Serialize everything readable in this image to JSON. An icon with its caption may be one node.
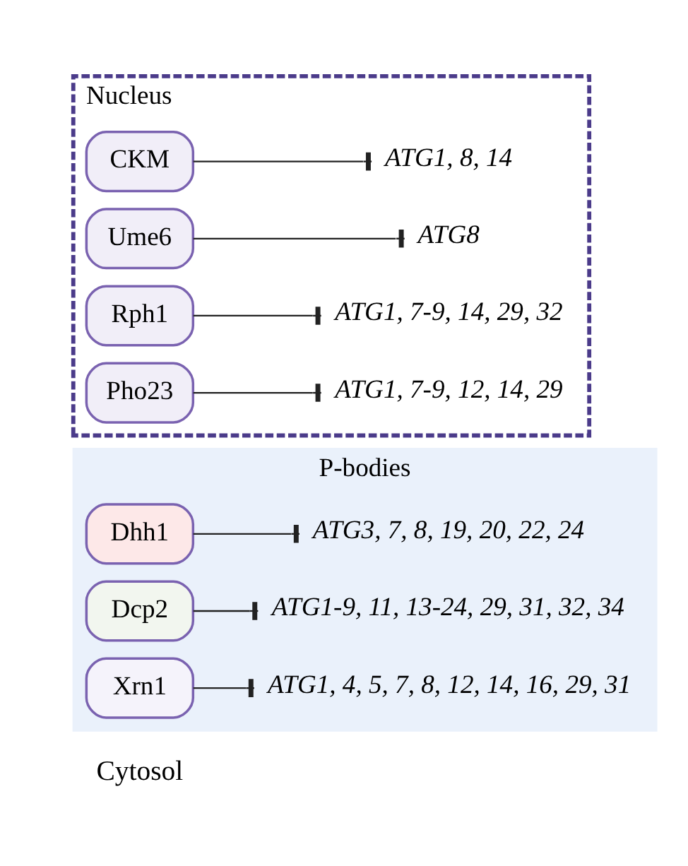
{
  "diagram": {
    "nodes": [
      {
        "text": [
          "P-bodies"
        ]
      },
      {
        "text": [
          "Dhh1"
        ],
        "in": 0
      },
      {
        "text": [
          "ATG3, 7, 8, 19, 20, 22, 24"
        ],
        "in": 0
      },
      {
        "text": [
          "Dcp2"
        ],
        "in": 0
      },
      {
        "text": [
          "ATG1-9, 11, 13-24, 29, 31, 32, 34"
        ],
        "in": 0
      },
      {
        "text": [
          "Xrn1"
        ],
        "in": 0
      },
      {
        "text": [
          "ATG1, 4, 5, 7, 8, 12, 14, 16, 29, 31"
        ],
        "in": 0
      },
      {
        "text": [
          "Nucleus"
        ]
      },
      {
        "text": [
          "CKM"
        ],
        "in": 7
      },
      {
        "text": [
          "ATG1, 8, 14"
        ],
        "in": 7
      },
      {
        "text": [
          "Ume6"
        ],
        "in": 7
      },
      {
        "text": [
          "ATG8"
        ],
        "in": 7
      },
      {
        "text": [
          "Rph1"
        ],
        "in": 7
      },
      {
        "text": [
          "ATG1, 7-9, 14, 29, 32"
        ],
        "in": 7
      },
      {
        "text": [
          "Pho23"
        ],
        "in": 7
      },
      {
        "text": [
          "ATG1, 7-9, 12, 14, 29"
        ],
        "in": 7
      }
    ],
    "edges": [
      {
        "from": 1,
        "to": 2,
        "arrow": "other"
      },
      {
        "from": 3,
        "to": 4,
        "arrow": "other"
      },
      {
        "from": 5,
        "to": 6,
        "arrow": "other"
      },
      {
        "from": 8,
        "to": 9,
        "arrow": "other"
      },
      {
        "from": 10,
        "to": 11,
        "arrow": "other"
      },
      {
        "from": 12,
        "to": 13,
        "arrow": "other"
      },
      {
        "from": 14,
        "to": 15,
        "arrow": "other"
      }
    ],
    "labels": [
      "Cytosol"
    ]
  }
}
